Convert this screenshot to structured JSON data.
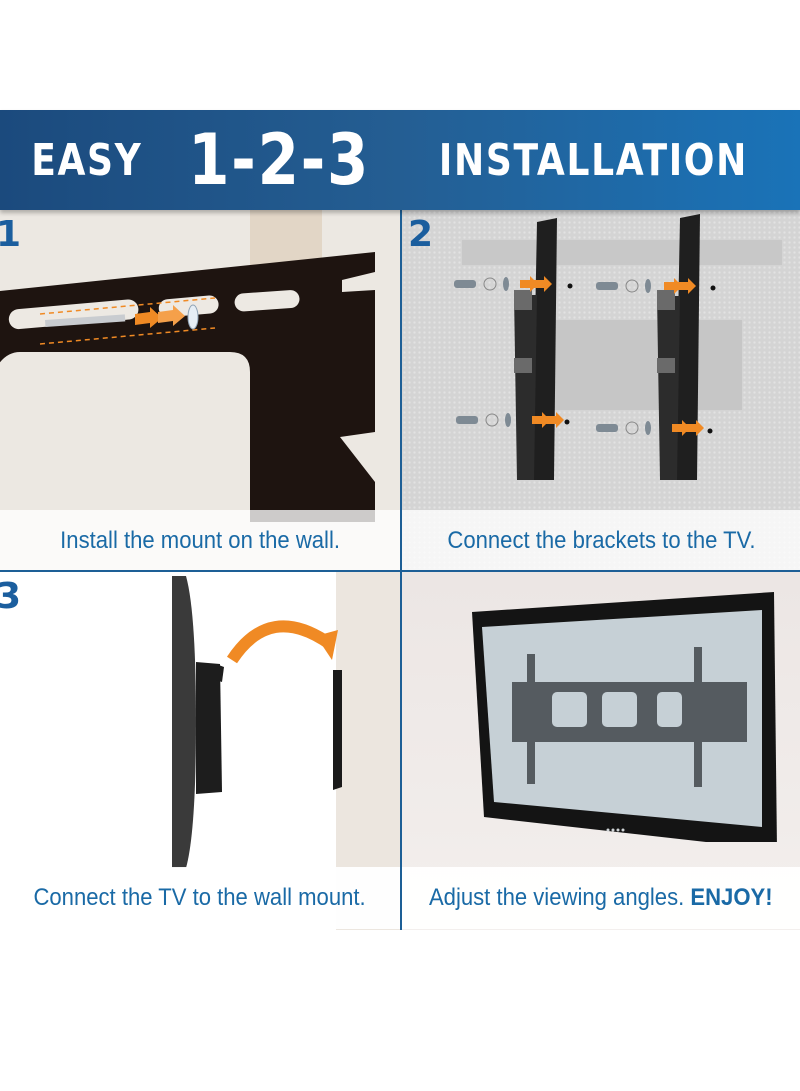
{
  "banner": {
    "prefix": "EASY",
    "highlight": "1-2-3",
    "suffix": "INSTALLATION",
    "background_color": "#1f5a90",
    "text_color": "#ffffff"
  },
  "steps": [
    {
      "number": "1",
      "caption": "Install the mount on the wall.",
      "illustration": "wall-plate-with-lag-bolt-and-anchor"
    },
    {
      "number": "2",
      "caption": "Connect the brackets to the TV.",
      "illustration": "vertical-brackets-bolts-washers-onto-tv-back"
    },
    {
      "number": "3",
      "caption": "Connect the TV to the wall mount.",
      "illustration": "tv-side-view-hooking-onto-wall-plate"
    },
    {
      "number": "",
      "caption": "Adjust the viewing angles.",
      "caption_emphasis": "ENJOY!",
      "illustration": "tv-on-wall-with-mount-ghosted"
    }
  ],
  "colors": {
    "accent_blue": "#1b5e9e",
    "caption_blue": "#1a6aa6",
    "arrow_orange": "#f08a24",
    "divider_blue": "#1d5f96"
  }
}
